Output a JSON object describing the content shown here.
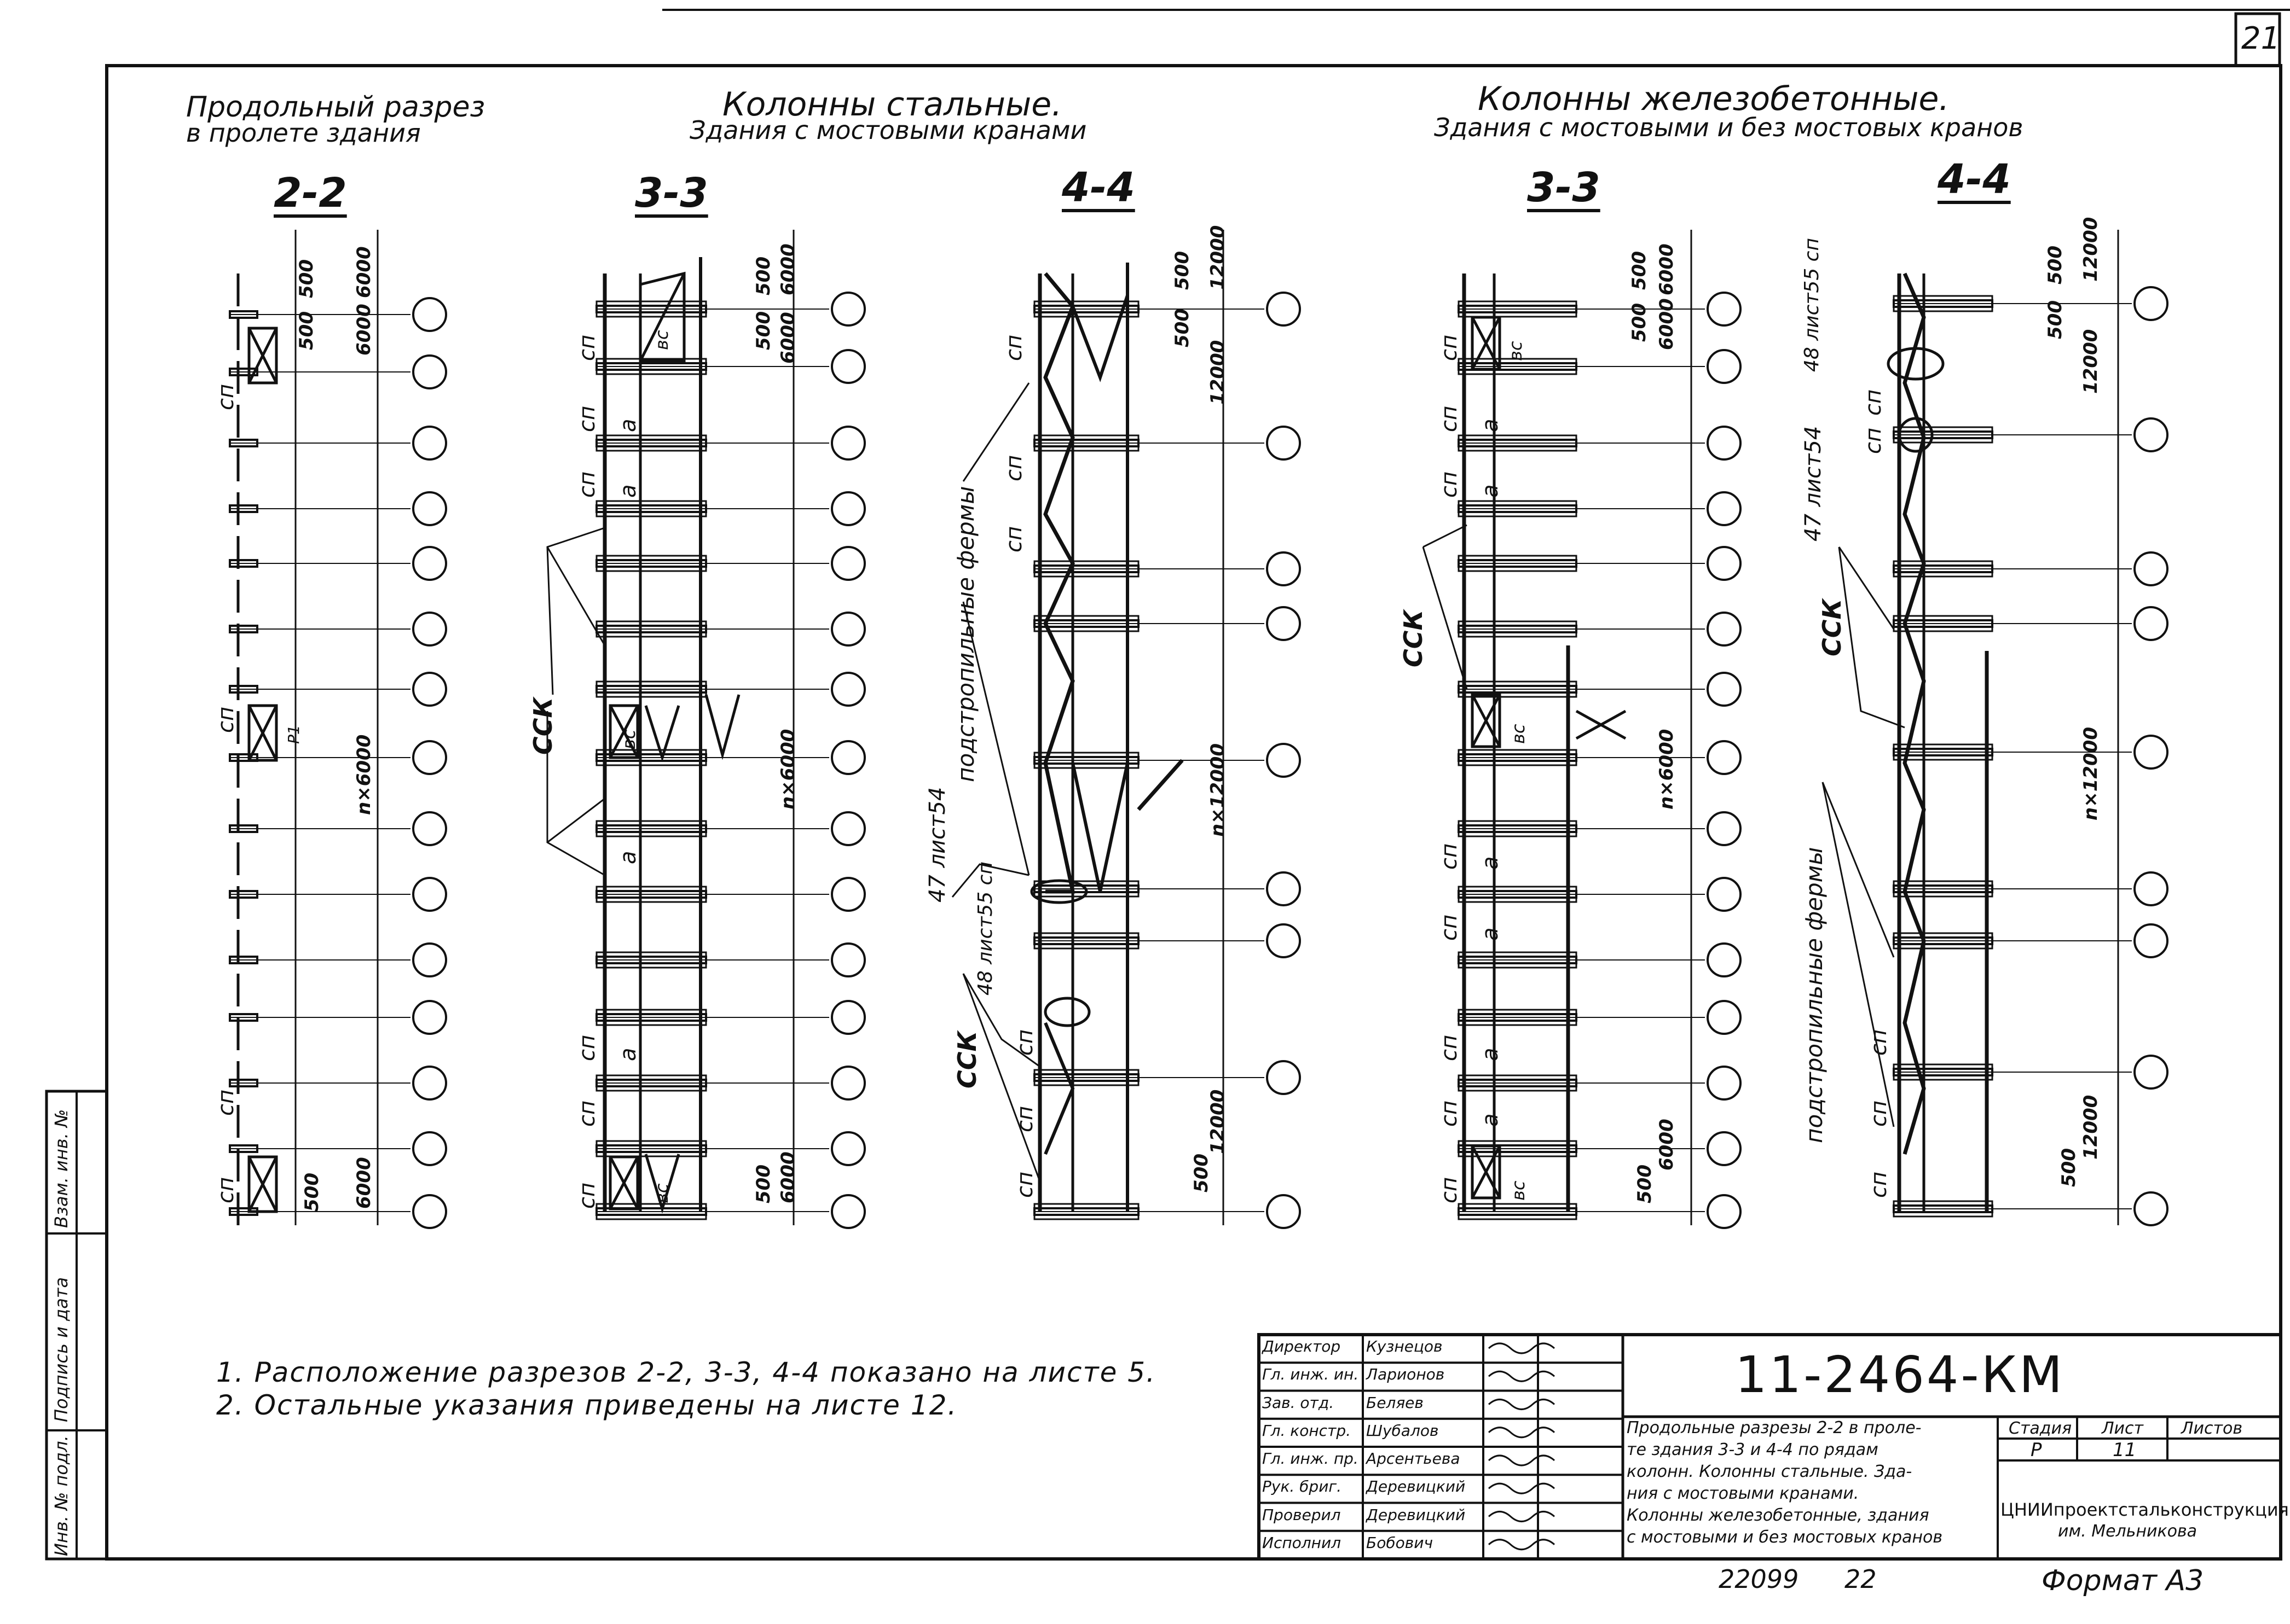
{
  "sheet": {
    "page_number": "21",
    "format": "Формат А3",
    "bottom_left_code": "22099",
    "bottom_mid_code": "22"
  },
  "headers": {
    "longitudinal_title_1": "Продольный разрез",
    "longitudinal_title_2": "в пролете здания",
    "steel_title_1": "Колонны стальные.",
    "steel_title_2": "Здания с мостовыми кранами",
    "rc_title_1": "Колонны железобетонные.",
    "rc_title_2": "Здания с мостовыми и без мостовых кранов"
  },
  "sections": {
    "s1": "2-2",
    "s2": "3-3",
    "s3": "4-4",
    "s4": "3-3",
    "s5": "4-4"
  },
  "labels": {
    "sp": "сп",
    "a": "а",
    "vs": "вс",
    "r1": "Р1",
    "ssk": "ССК",
    "truss": "подстропильные фермы",
    "list54_47": "47 лист54",
    "list55_48": "48 лист55 сп",
    "dim500": "500",
    "dim6000": "6000",
    "dim12000": "12000",
    "n6000": "n×6000",
    "n12000": "n×12000"
  },
  "notes": [
    "1. Расположение разрезов 2-2, 3-3, 4-4 показано на листе 5.",
    "2. Остальные указания приведены на листе 12."
  ],
  "side_stamp": {
    "inv_orig": "Инв. № подл.",
    "sign_date": "Подпись и дата",
    "inv_repl": "Взам. инв. №"
  },
  "title_block": {
    "roles": [
      "Директор",
      "Гл. инж. ин.",
      "Зав. отд.",
      "Гл. констр.",
      "Гл. инж. пр.",
      "Рук. бриг.",
      "Проверил",
      "Исполнил"
    ],
    "names": [
      "Кузнецов",
      "Ларионов",
      "Беляев",
      "Шубалов",
      "Арсентьева",
      "Деревицкий",
      "Деревицкий",
      "Бобович"
    ],
    "code": "11-2464-КМ",
    "description": [
      "Продольные разрезы 2-2 в проле-",
      "те здания 3-3 и 4-4 по рядам",
      "колонн. Колонны стальные. Зда-",
      "ния с мостовыми кранами.",
      "Колонны железобетонные, здания",
      "с мостовыми и без мостовых кранов"
    ],
    "stage_hdr": "Стадия",
    "sheet_hdr": "Лист",
    "sheets_hdr": "Листов",
    "stage_val": "Р",
    "sheet_val": "11",
    "org_1": "ЦНИИпроектстальконструкция",
    "org_2": "им. Мельникова"
  }
}
